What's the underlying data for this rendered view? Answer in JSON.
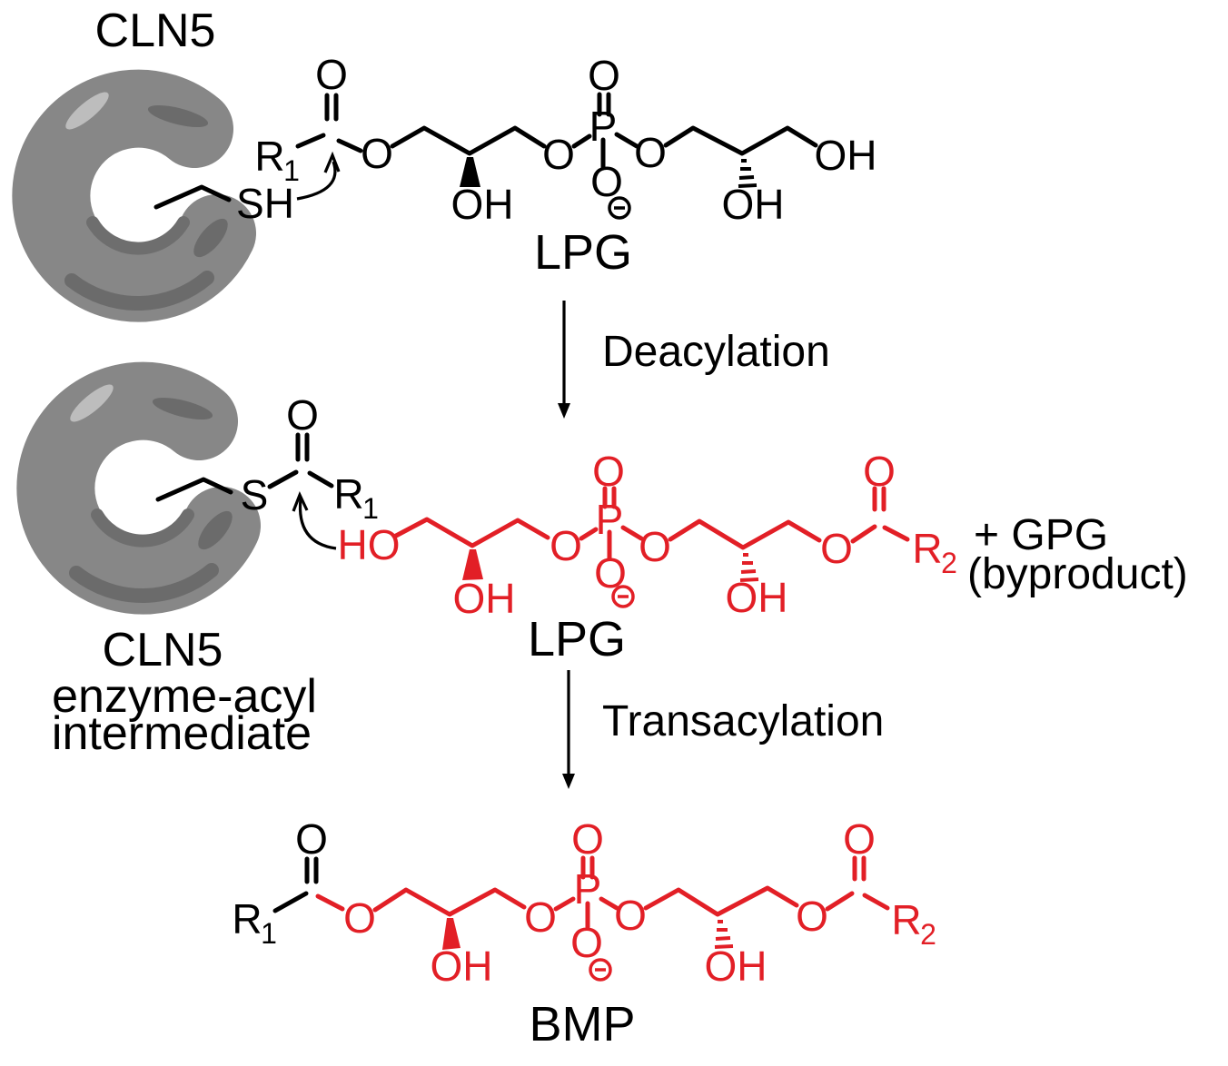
{
  "header": {
    "title": "CLN5"
  },
  "colors": {
    "structure_red": "#e21f26",
    "structure_black": "#000000",
    "enzyme_gray": "#878787",
    "enzyme_shadow": "#6b6b6b",
    "enzyme_highlight": "#bdbdbd"
  },
  "atoms": {
    "O": "O",
    "P": "P",
    "S": "S",
    "SH": "SH",
    "OH": "OH",
    "HO": "HO",
    "R": "R",
    "sub1": "1",
    "sub2": "2"
  },
  "labels": {
    "lpg_top": "LPG",
    "lpg_mid": "LPG",
    "bmp": "BMP",
    "step1": "Deacylation",
    "step2": "Transacylation",
    "gpg": "+ GPG",
    "gpg_note": "(byproduct)",
    "intermediate_line1": "CLN5",
    "intermediate_line2": "enzyme-acyl",
    "intermediate_line3": "intermediate"
  }
}
